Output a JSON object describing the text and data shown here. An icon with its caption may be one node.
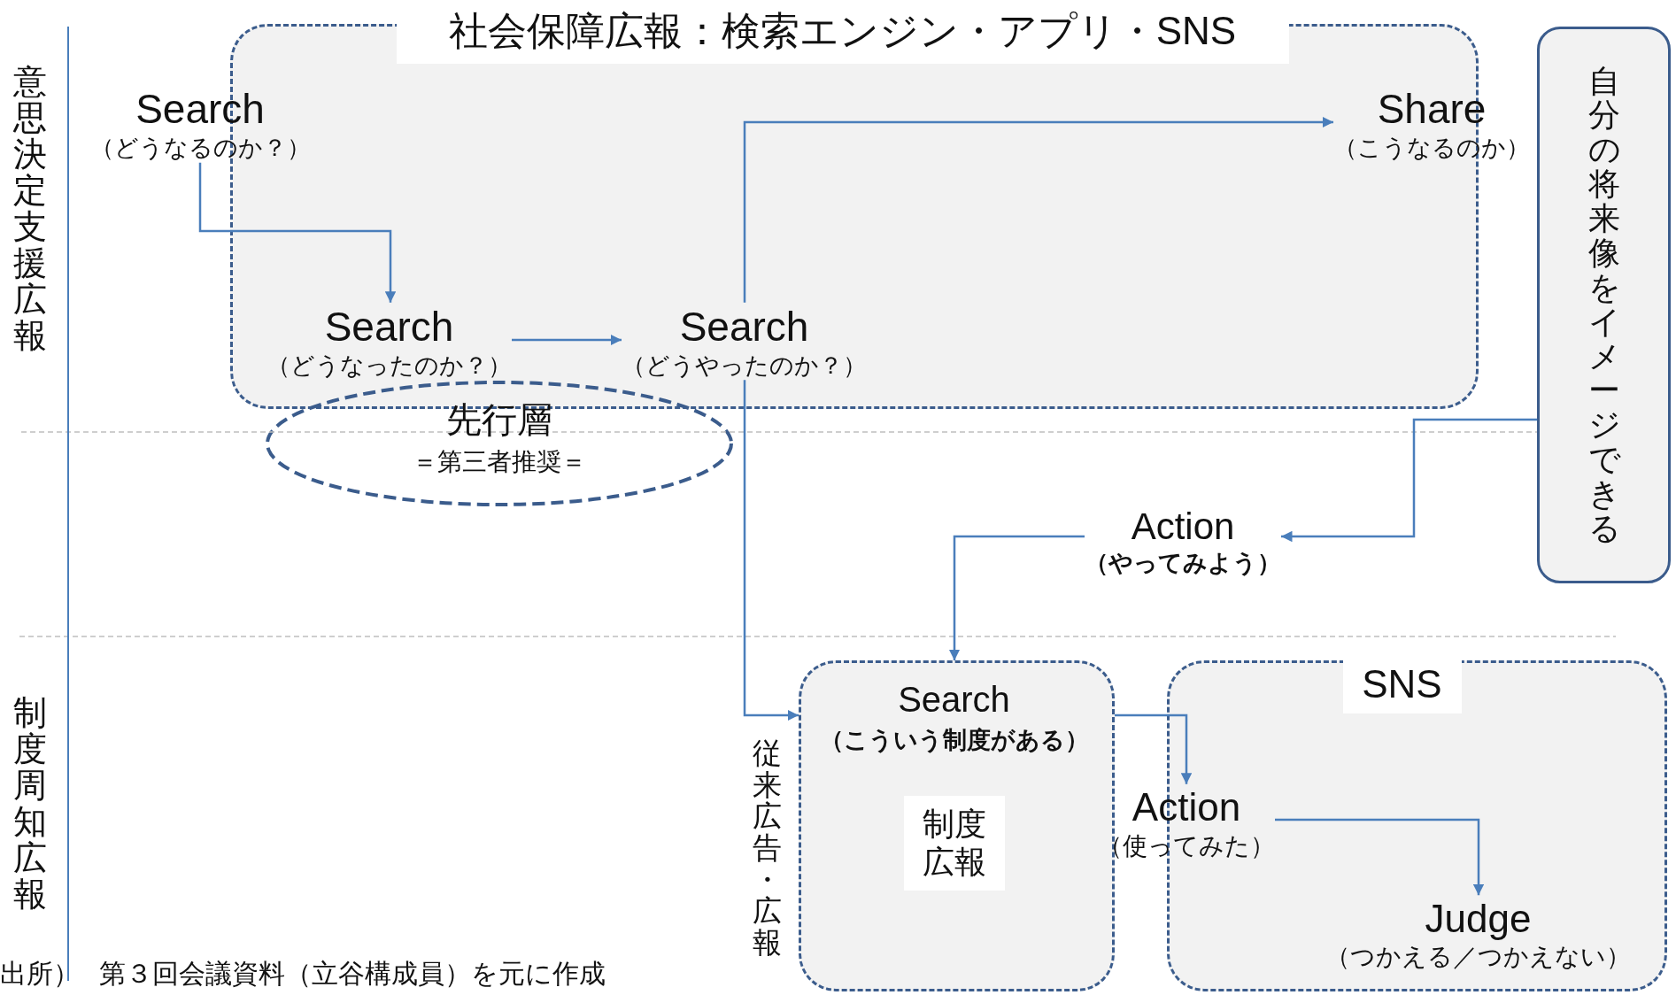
{
  "diagram": {
    "nodes": [
      {
        "text": [
          "社会保障広報：検索エンジン・アプリ・SNS"
        ]
      },
      {
        "text": [
          "Search",
          "（どうなるのか？）"
        ]
      },
      {
        "text": [
          "Search",
          "（どうなったのか？）"
        ],
        "in": 0
      },
      {
        "text": [
          "Search",
          "（どうやったのか？）"
        ],
        "in": 0
      },
      {
        "text": [
          "Share",
          "（こうなるのか）"
        ]
      },
      {
        "text": [
          "先行層",
          "＝第三者推奨＝"
        ]
      },
      {
        "text": [
          "自分の将来像をイメージできる"
        ]
      },
      {
        "text": [
          "Action",
          "（やってみよう）"
        ]
      },
      {
        "text": [
          "Search",
          "（こういう制度がある）"
        ]
      },
      {
        "text": [
          "制度広報"
        ],
        "in": 8
      },
      {
        "text": [
          "SNS"
        ]
      },
      {
        "text": [
          "Action",
          "（使ってみた）"
        ]
      },
      {
        "text": [
          "Judge",
          "（つかえる／つかえない）"
        ],
        "in": 10
      }
    ],
    "edges": [
      {
        "from": 1,
        "to": 2,
        "arrow": "to"
      },
      {
        "from": 2,
        "to": 3,
        "arrow": "to"
      },
      {
        "from": 3,
        "to": 4,
        "arrow": "to"
      },
      {
        "from": 3,
        "to": 8,
        "arrow": "to"
      },
      {
        "from": 6,
        "to": 7,
        "arrow": "to"
      },
      {
        "from": 7,
        "to": 8,
        "arrow": "to"
      },
      {
        "from": 8,
        "to": 11,
        "arrow": "to"
      },
      {
        "from": 11,
        "to": 12,
        "arrow": "to"
      }
    ],
    "labels": [
      "意思決定支援広報",
      "制度周知広報",
      "従来広告・広報",
      "出所）",
      "第３回会議資料（立谷構成員）を元に作成"
    ]
  }
}
